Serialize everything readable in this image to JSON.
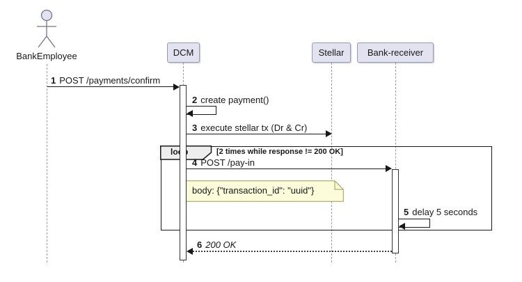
{
  "diagram": {
    "type": "uml-sequence",
    "actor": {
      "name": "BankEmployee"
    },
    "participants": [
      {
        "name": "DCM"
      },
      {
        "name": "Stellar"
      },
      {
        "name": "Bank-receiver"
      }
    ],
    "messages": [
      {
        "num": "1",
        "text": "POST /payments/confirm",
        "from": "BankEmployee",
        "to": "DCM",
        "kind": "sync"
      },
      {
        "num": "2",
        "text": "create payment()",
        "from": "DCM",
        "to": "DCM",
        "kind": "self"
      },
      {
        "num": "3",
        "text": "execute stellar tx (Dr & Cr)",
        "from": "DCM",
        "to": "Stellar",
        "kind": "sync"
      },
      {
        "num": "4",
        "text": "POST /pay-in",
        "from": "DCM",
        "to": "Bank-receiver",
        "kind": "sync"
      },
      {
        "num": "5",
        "text": "delay 5 seconds",
        "from": "Bank-receiver",
        "to": "Bank-receiver",
        "kind": "self"
      },
      {
        "num": "6",
        "text": "200 OK",
        "from": "Bank-receiver",
        "to": "DCM",
        "kind": "return-dotted"
      }
    ],
    "loop": {
      "label": "loop",
      "guard": "[2 times while response != 200 OK]"
    },
    "note": {
      "text": "body: {\"transaction_id\": \"uuid\"}"
    },
    "colors": {
      "participant_fill": "#E2E2F0",
      "participant_border": "#9698AD",
      "note_fill": "#FCFCDB",
      "note_border": "#9A9A4E",
      "frame_border": "#181818",
      "lifeline": "#9A9A9A",
      "message": "#181818",
      "pentagon_fill": "#EEEEEE"
    }
  }
}
